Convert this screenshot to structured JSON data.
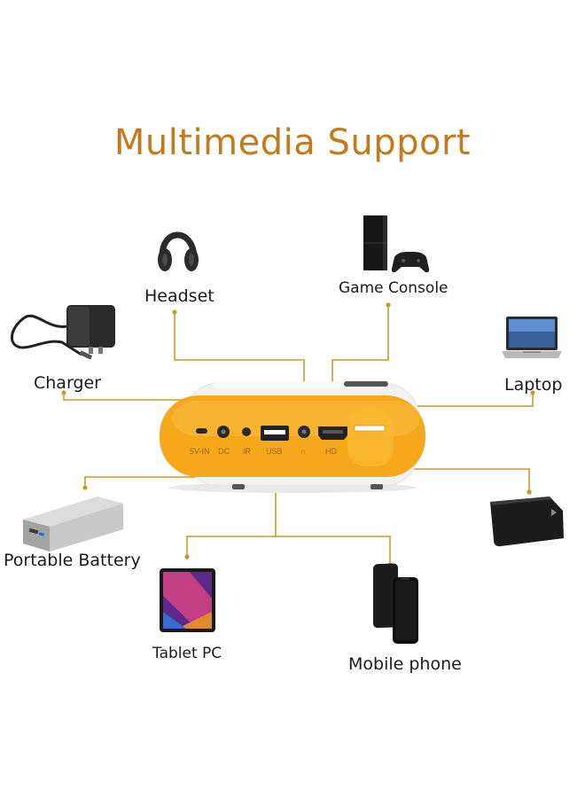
{
  "title": "Multimedia Support",
  "colors": {
    "title": "#c27a1c",
    "connector": "#c79a2a",
    "projector": "#f5a81c"
  },
  "devices": {
    "headset": "Headset",
    "game_console": "Game Console",
    "charger": "Charger",
    "laptop": "Laptop",
    "portable_battery": "Portable Battery",
    "tablet_pc": "Tablet PC",
    "mobile_phone": "Mobile phone"
  },
  "ports": {
    "5v_in": "5V-IN",
    "dc": "DC",
    "ir": "IR",
    "usb": "USB",
    "audio": "∩",
    "hd": "HD"
  }
}
